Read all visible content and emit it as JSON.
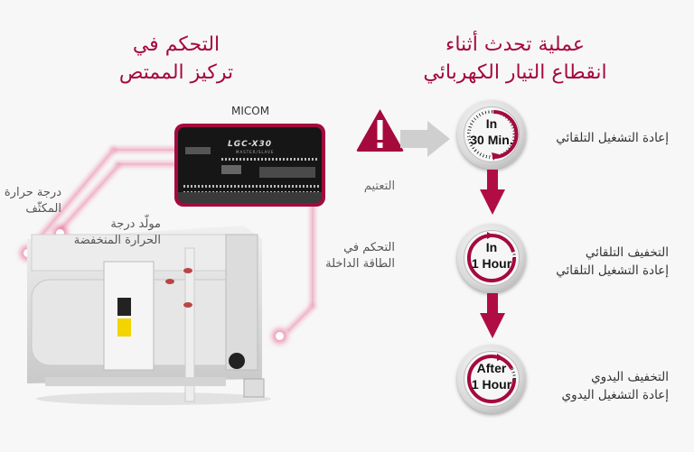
{
  "left_section": {
    "title_line1": "التحكم في",
    "title_line2": "تركيز الممتص"
  },
  "right_section": {
    "title_line1": "عملية تحدث أثناء",
    "title_line2": "انقطاع التيار الكهربائي"
  },
  "micom": {
    "label": "MICOM",
    "brand": "LGC-X30",
    "sub": "MASTER/SLAVE"
  },
  "callouts": {
    "condenser_temp": {
      "line1": "درجة حرارة",
      "line2": "المكثّف"
    },
    "low_temp_generator": {
      "line1": "مولّد درجة",
      "line2": "الحرارة المنخفضة"
    },
    "input_power_control": {
      "line1": "التحكم في",
      "line2": "الطاقة الداخلة"
    }
  },
  "warning": {
    "icon": "warning-triangle-icon",
    "label": "التعتيم"
  },
  "steps": [
    {
      "clock_line1": "In",
      "clock_line2": "30 Min.",
      "desc_line1": "إعادة التشغيل التلقائي",
      "desc_line2": ""
    },
    {
      "clock_line1": "In",
      "clock_line2": "1 Hour",
      "desc_line1": "التخفيف التلقائي",
      "desc_line2": "إعادة التشغيل التلقائي"
    },
    {
      "clock_line1": "After",
      "clock_line2": "1 Hour",
      "desc_line1": "التخفيف اليدوي",
      "desc_line2": "إعادة التشغيل اليدوي"
    }
  ],
  "colors": {
    "accent": "#a50a3c",
    "arrow_gray": "#cfcfcf",
    "background": "#f7f7f7",
    "glow_line": "#f2b9cb"
  }
}
